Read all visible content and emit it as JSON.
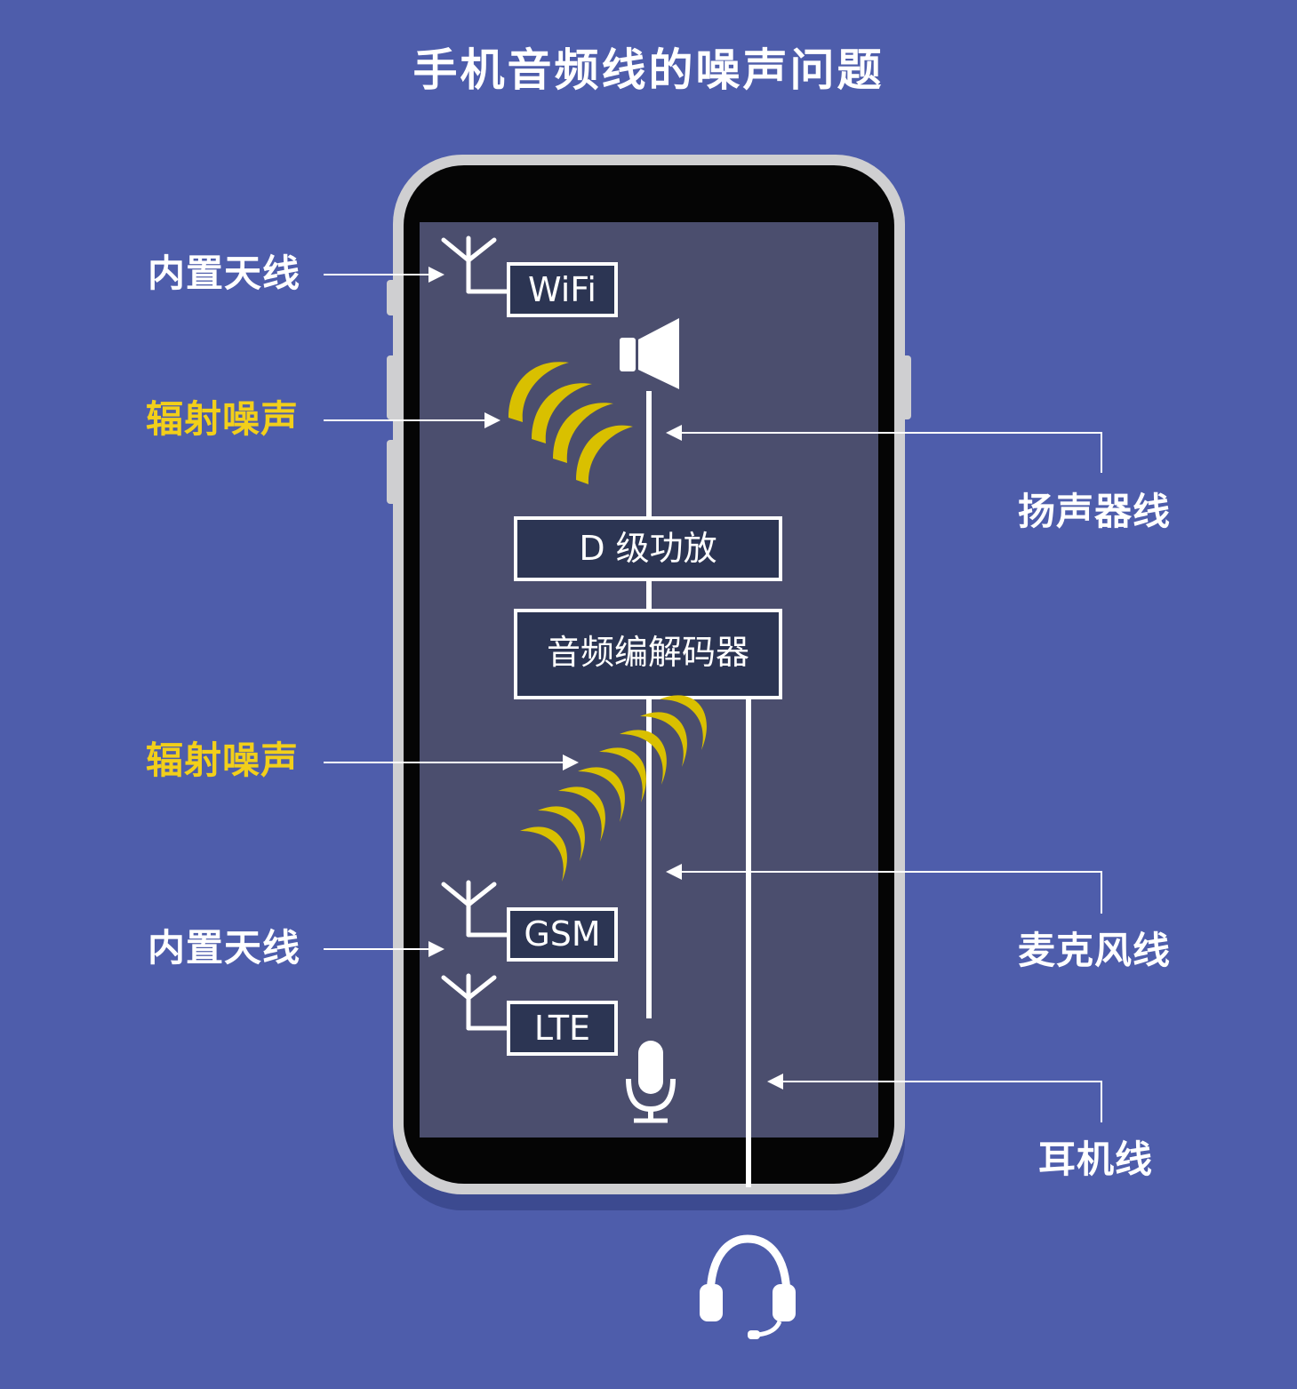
{
  "title": "手机音频线的噪声问题",
  "left_labels": {
    "antenna_top": "内置天线",
    "noise_top": "辐射噪声",
    "noise_bottom": "辐射噪声",
    "antenna_bottom": "内置天线"
  },
  "right_labels": {
    "speaker_wire": "扬声器线",
    "mic_wire": "麦克风线",
    "headphone_wire": "耳机线"
  },
  "antennas": {
    "wifi": "WiFi",
    "gsm": "GSM",
    "lte": "LTE"
  },
  "blocks": {
    "amplifier": "D 级功放",
    "codec": "音频编解码器"
  },
  "icons": [
    "speaker-icon",
    "microphone-icon",
    "headset-icon",
    "antenna-icon",
    "radio-wave-icon"
  ],
  "colors": {
    "background": "#4e5dab",
    "screen": "#4b4e6e",
    "block_fill": "#2c3553",
    "noise": "#f2cf1a",
    "phone_frame": "#cfcfd1"
  }
}
